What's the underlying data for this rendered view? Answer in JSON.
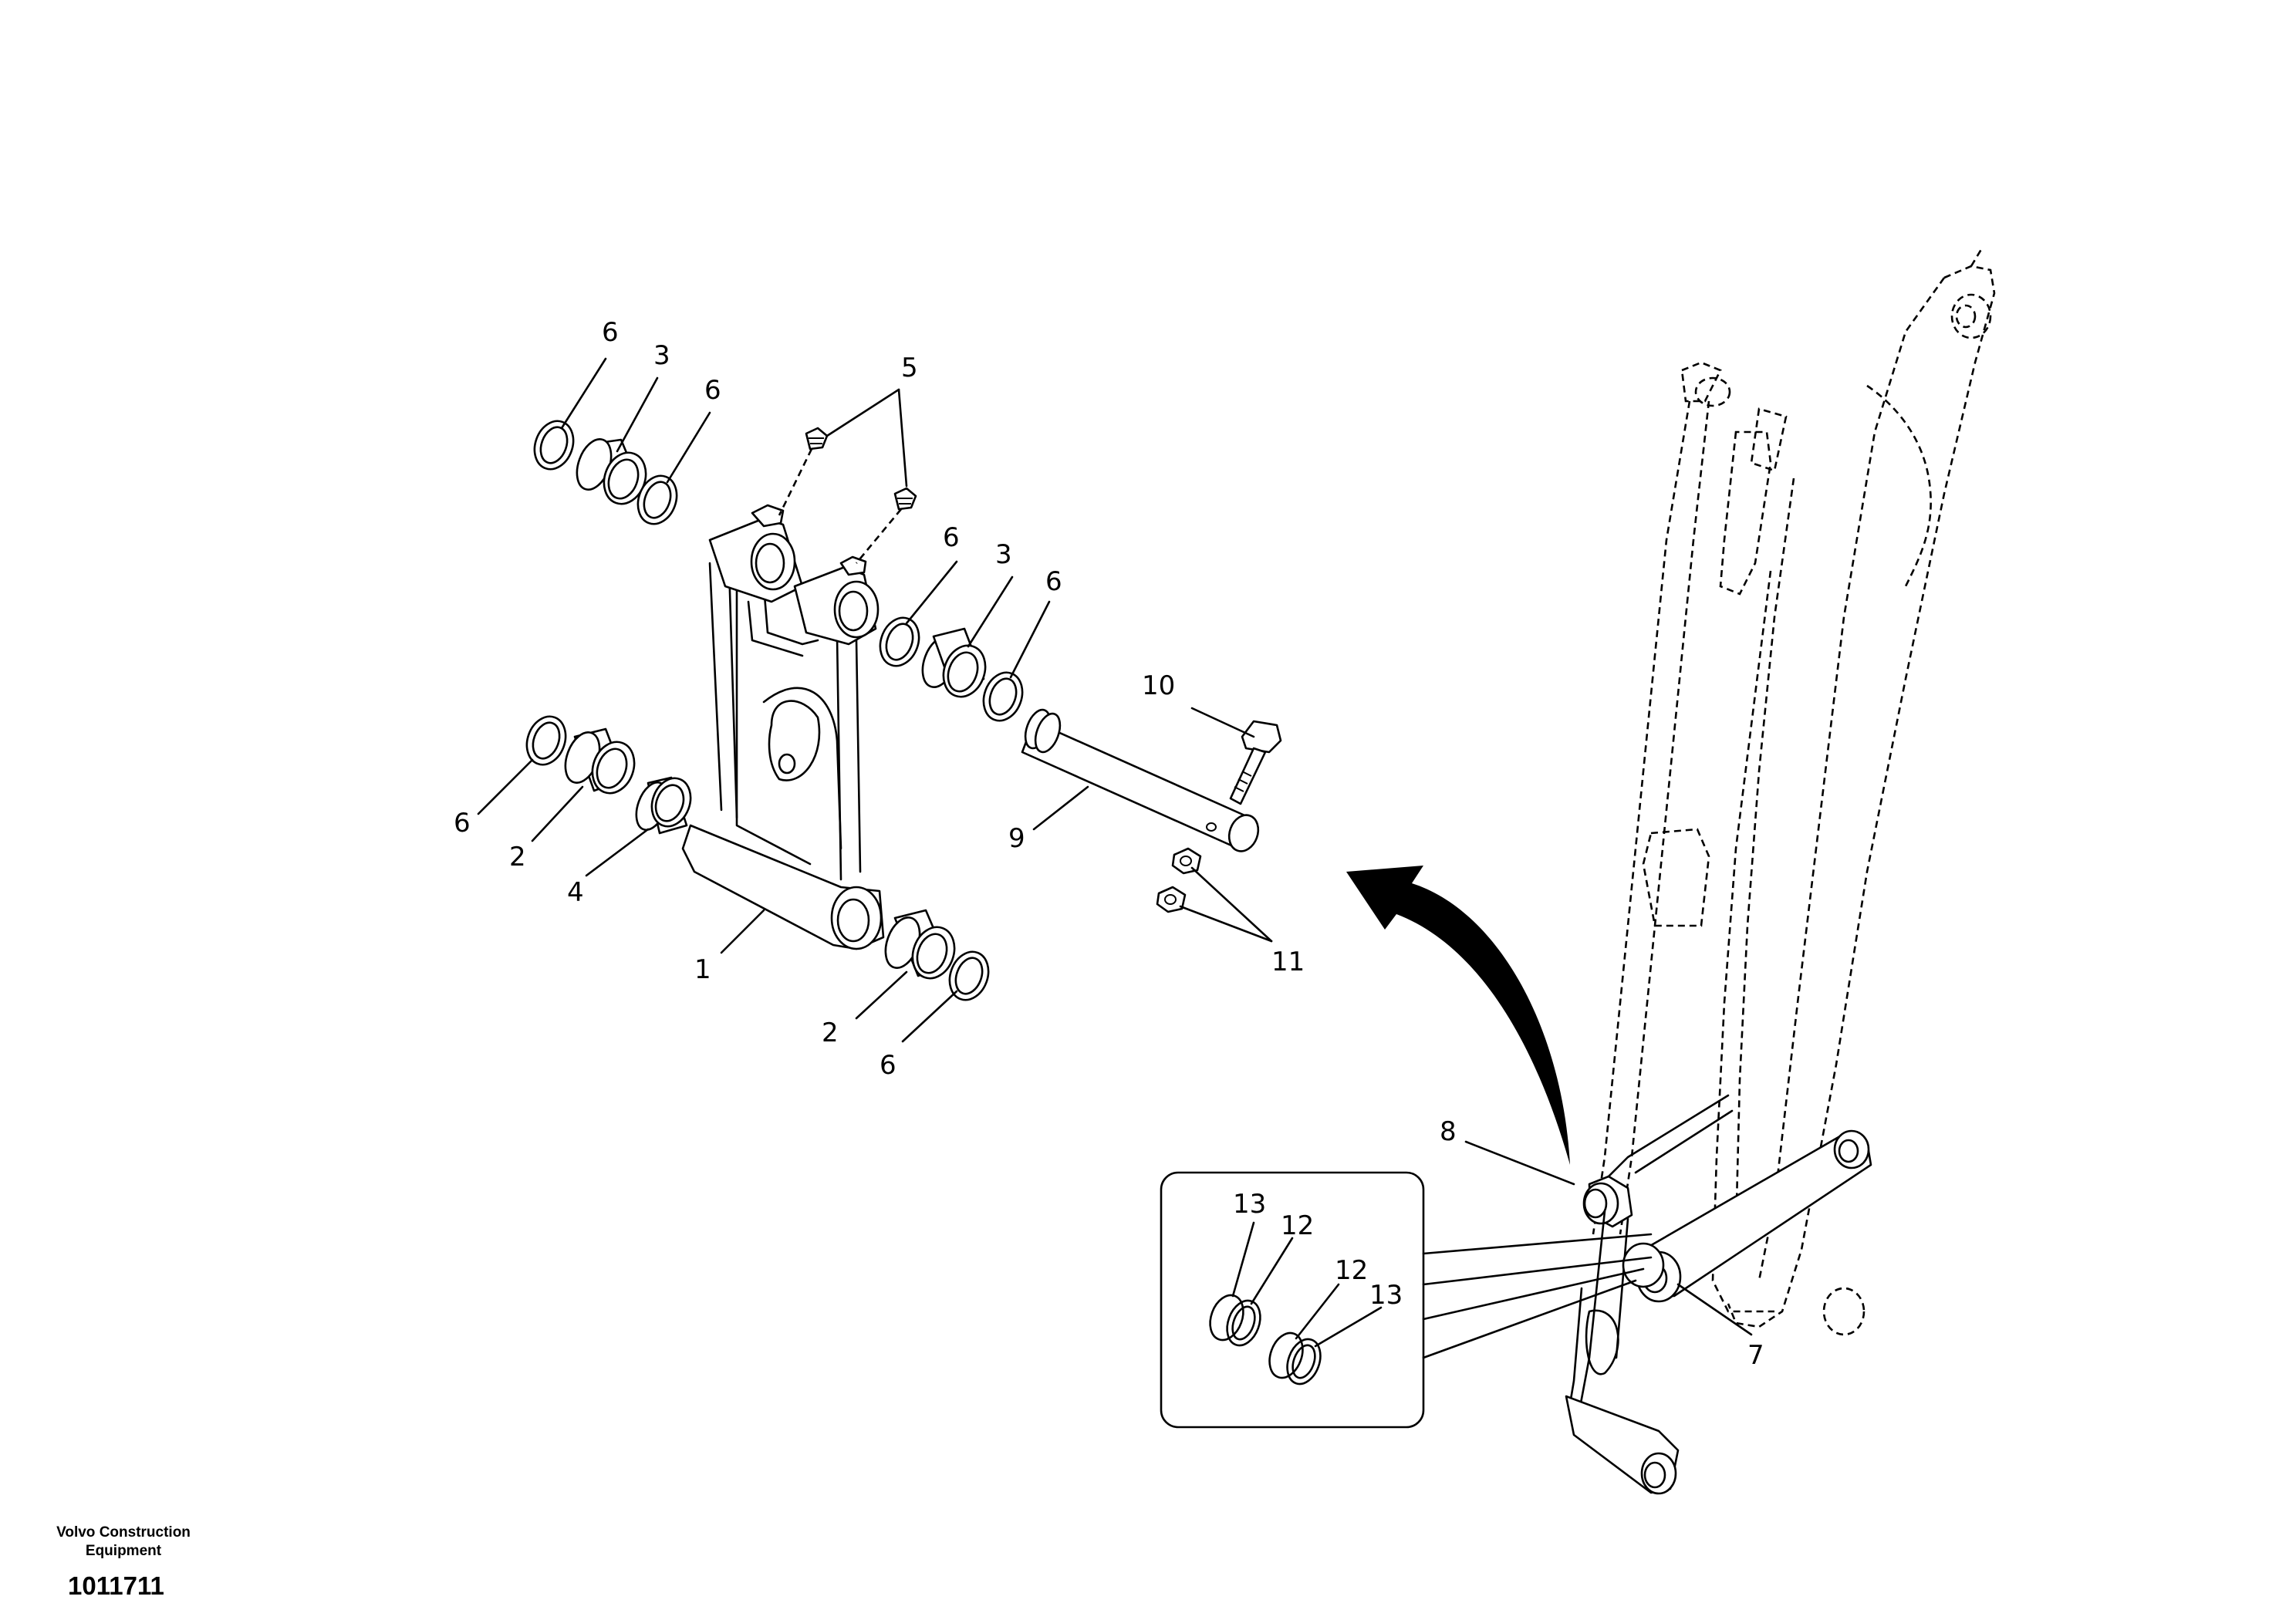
{
  "callouts": {
    "c6a": "6",
    "c3a": "3",
    "c6b": "6",
    "c5": "5",
    "c6c": "6",
    "c3b": "3",
    "c6d": "6",
    "c10": "10",
    "c9": "9",
    "c6e": "6",
    "c2a": "2",
    "c4": "4",
    "c1": "1",
    "c2b": "2",
    "c6f": "6",
    "c11": "11",
    "c8": "8",
    "c7": "7",
    "c13a": "13",
    "c12a": "12",
    "c12b": "12",
    "c13b": "13"
  },
  "footer": {
    "company_line1": "Volvo Construction",
    "company_line2": "Equipment",
    "doc_number": "1011711"
  }
}
